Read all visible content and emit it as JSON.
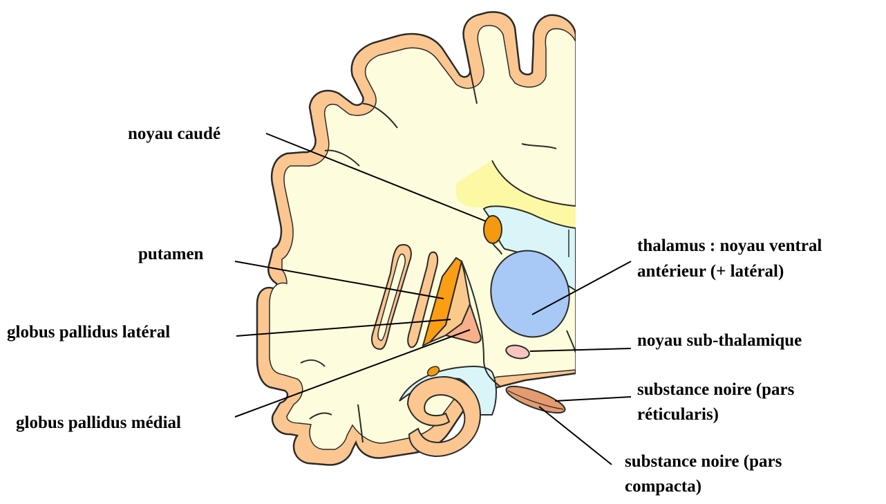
{
  "labels": {
    "noyau_caude": "noyau caudé",
    "putamen": "putamen",
    "gp_lateral": "globus pallidus latéral",
    "gp_medial": "globus pallidus médial",
    "thalamus_line1": "thalamus : noyau ventral",
    "thalamus_line2": "antérieur (+ latéral)",
    "subthalamique": "noyau sub-thalamique",
    "snr_line1": "substance noire (pars",
    "snr_line2": "réticularis)",
    "snc_line1": "substance noire (pars",
    "snc_line2": "compacta)"
  },
  "colors": {
    "white_matter": "#fdfcdc",
    "cortex": "#fbc690",
    "outline": "#2a2a2a",
    "ventricle": "#d9f5f7",
    "corpus_callosum": "#fdf8a4",
    "caudate": "#f39a10",
    "putamen": "#fb9e14",
    "gp_lateral": "#fbc98a",
    "gp_medial": "#f7b08a",
    "thalamus": "#a8c8f5",
    "subthalamic": "#f7c4c0",
    "substantia_nigra": "#e39b6f"
  }
}
